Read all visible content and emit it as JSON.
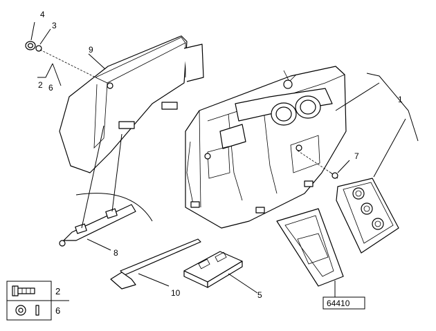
{
  "diagram": {
    "callouts": {
      "c1": "1",
      "c2": "2",
      "c3": "3",
      "c4": "4",
      "c5": "5",
      "c6": "6",
      "c7": "7",
      "c8": "8",
      "c9": "9",
      "c10": "10"
    },
    "reference_code": "64410",
    "legend": {
      "row1_qty": "2",
      "row2_qty": "6"
    }
  }
}
